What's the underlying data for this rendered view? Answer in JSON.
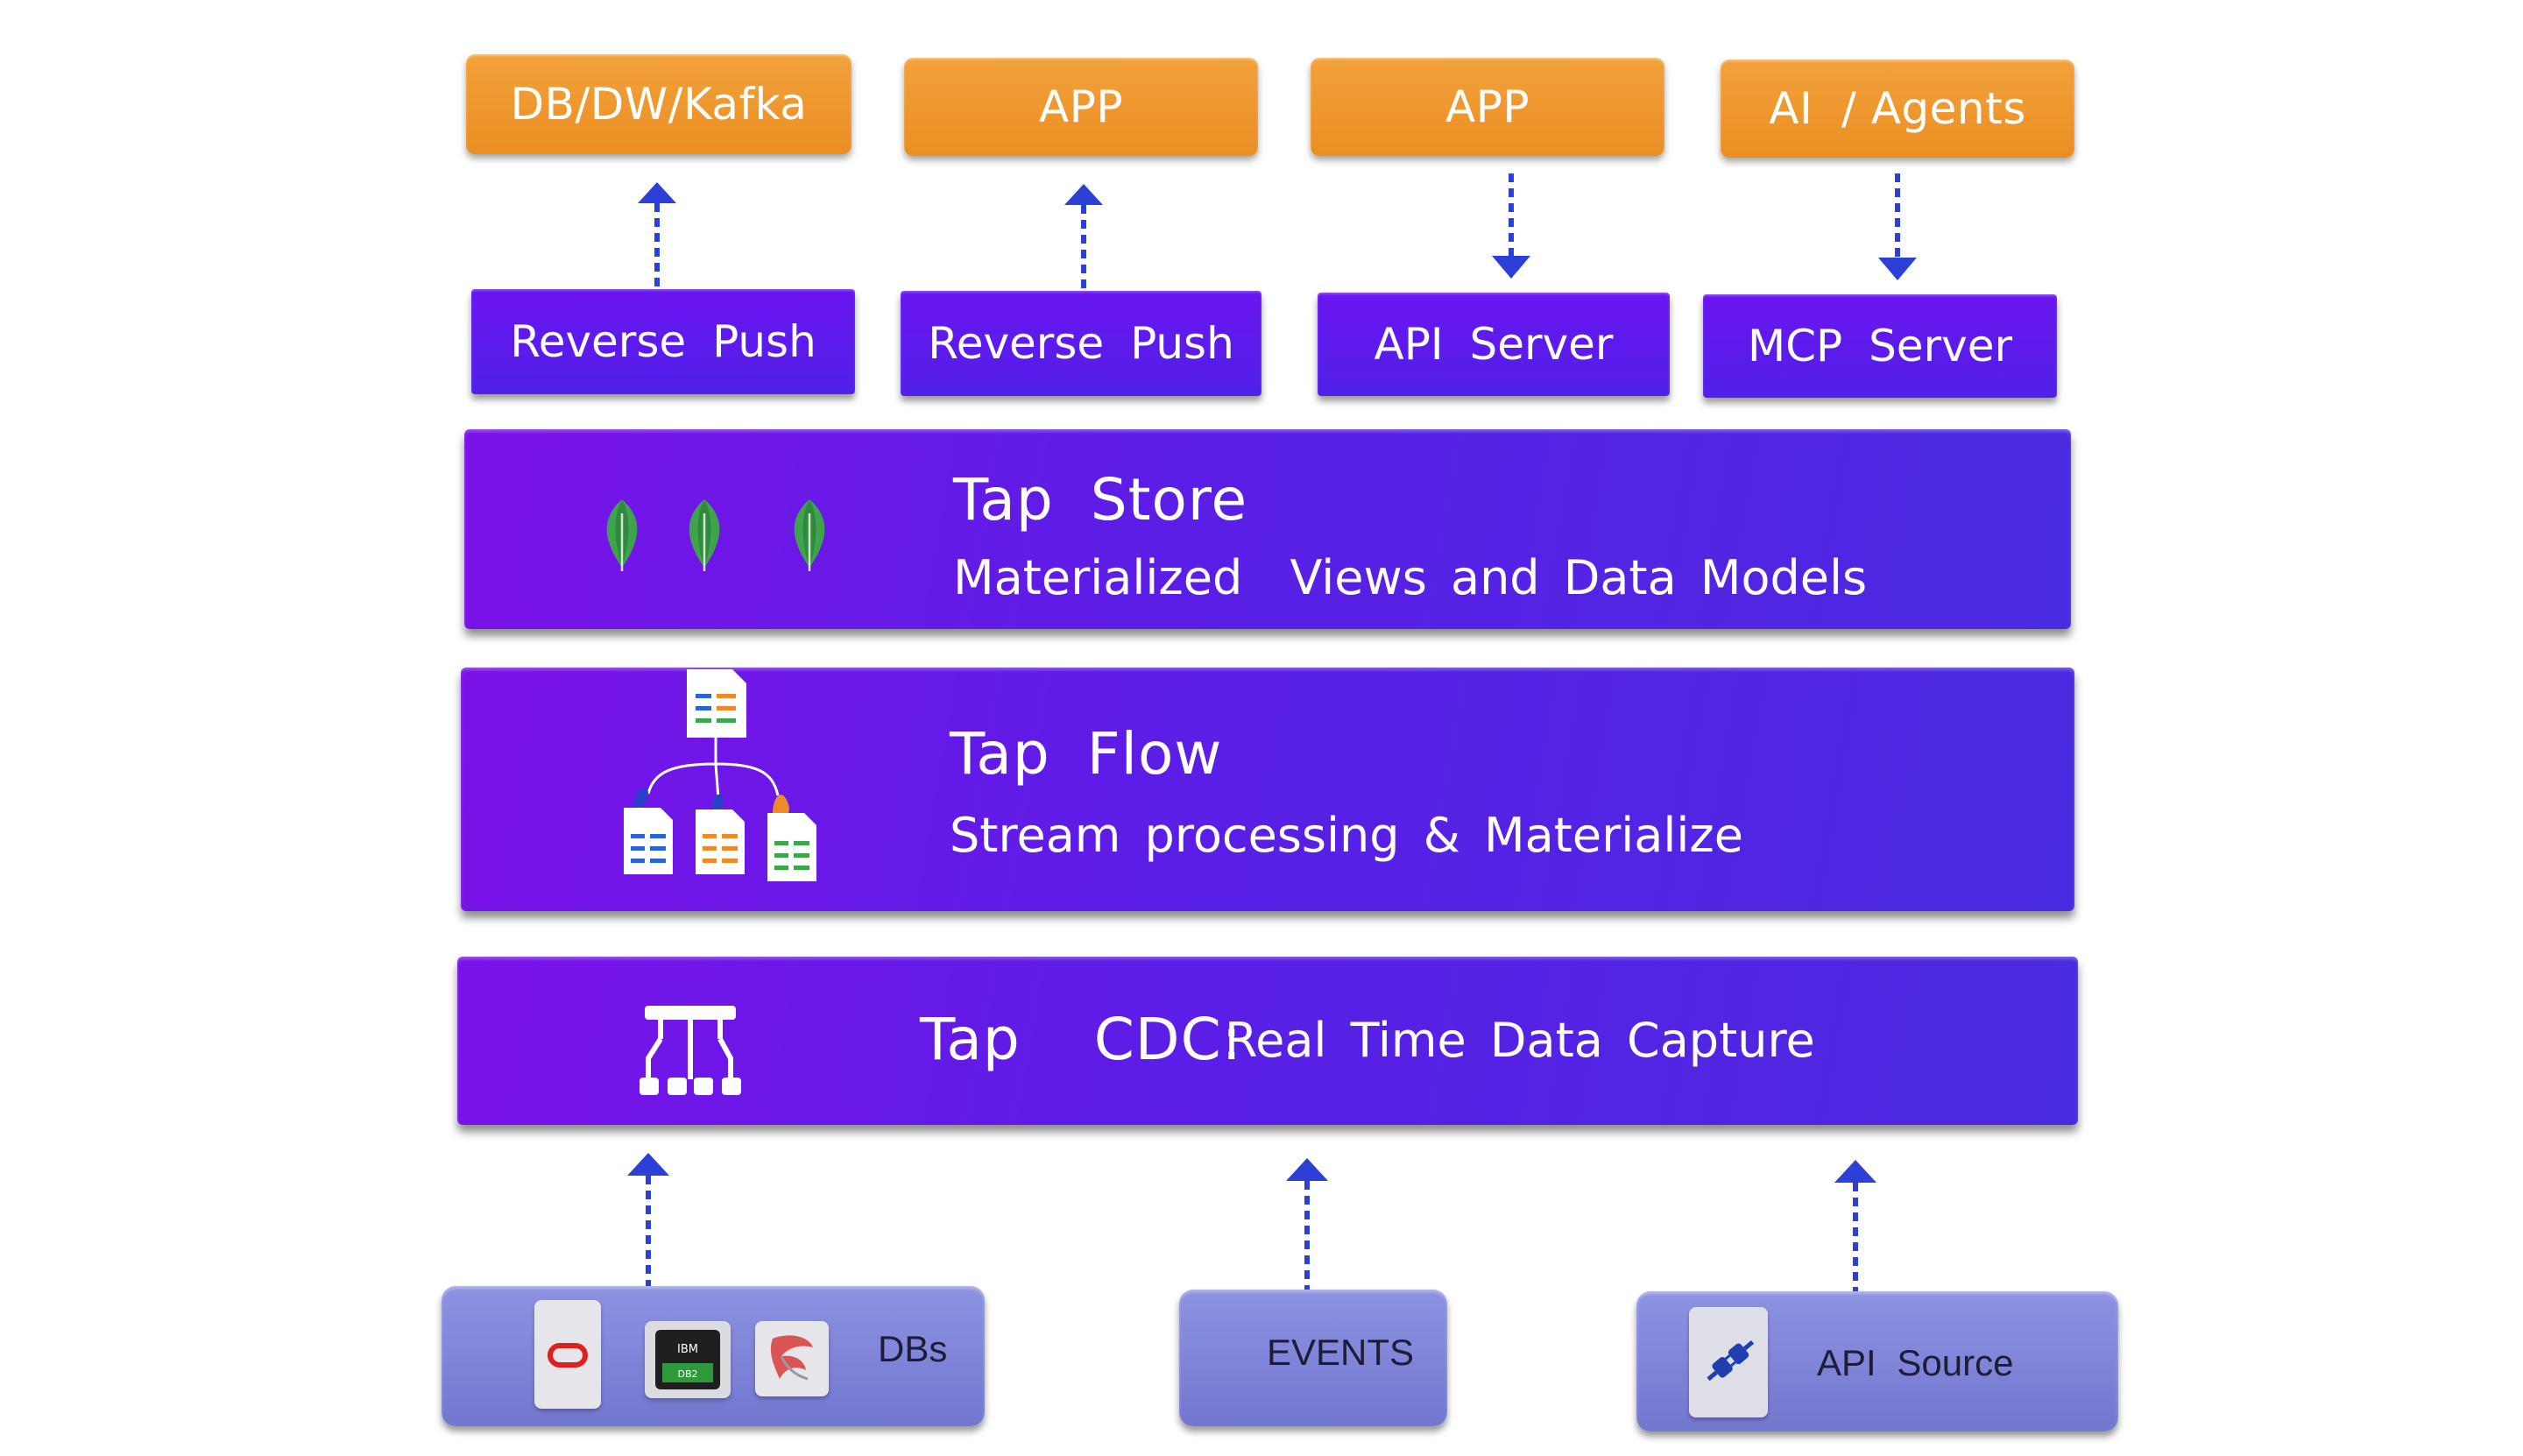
{
  "outputs": [
    {
      "label": "DB/DW/Kafka"
    },
    {
      "label": "APP"
    },
    {
      "label": "APP"
    },
    {
      "label": "AI  / Agents"
    }
  ],
  "services": [
    {
      "label": "Reverse Push"
    },
    {
      "label": "Reverse Push"
    },
    {
      "label": "API Server"
    },
    {
      "label": "MCP Server"
    }
  ],
  "layers": {
    "store": {
      "title": "Tap Store",
      "subtitle": "Materialized  Views and Data Models",
      "icon": "mongodb-leaf-icon"
    },
    "flow": {
      "title": "Tap Flow",
      "subtitle": "Stream processing & Materialize",
      "icon": "document-flow-tree-icon"
    },
    "cdc": {
      "title": "Tap  CDC:",
      "subtitle": "Real Time Data Capture",
      "icon": "hierarchy-tree-icon"
    }
  },
  "sources": [
    {
      "label": "DBs",
      "icons": [
        "oracle-icon",
        "ibm-db2-icon",
        "sql-server-icon"
      ],
      "db2_text_top": "IBM",
      "db2_text_bottom": "DB2"
    },
    {
      "label": "EVENTS"
    },
    {
      "label": "API Source",
      "icons": [
        "plug-connector-icon"
      ]
    }
  ],
  "colors": {
    "output_orange": "#ef9a30",
    "layer_purple": "#5a1ee6",
    "source_lavender": "#8288da",
    "arrow_blue": "#2c3fd6",
    "leaf_green": "#3fa34d"
  }
}
